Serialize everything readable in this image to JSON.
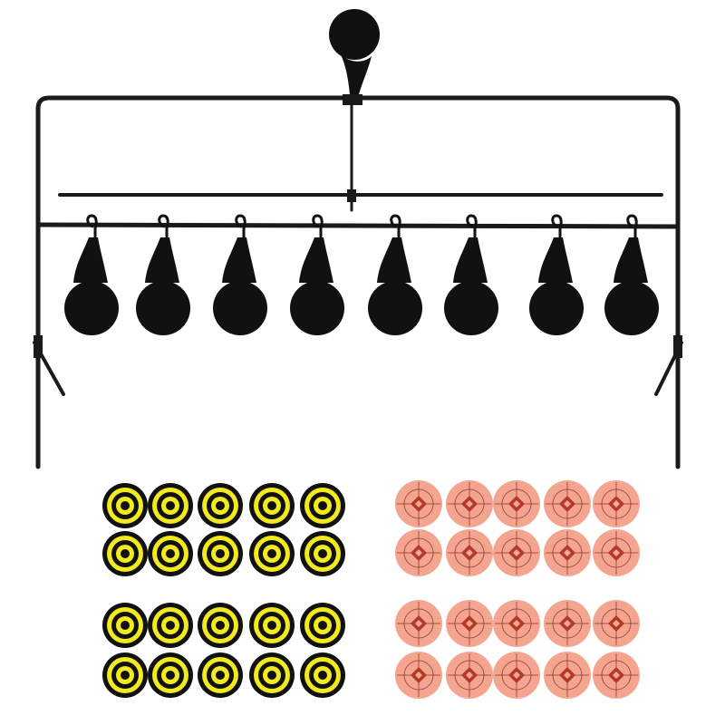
{
  "colors": {
    "background": "#ffffff",
    "steel": "#111111",
    "frame": "#1a1a1a",
    "yellow_target_ring": "#f2ea1c",
    "yellow_target_dark": "#111111",
    "orange_target_fill": "#f4a590",
    "orange_target_line": "#8a2a1e",
    "orange_target_center": "#b33a2a"
  },
  "product": {
    "hanging_plates": 8,
    "top_paddle": 1,
    "yellow_bullseye_stickers": 20,
    "orange_diamond_stickers": 20
  }
}
